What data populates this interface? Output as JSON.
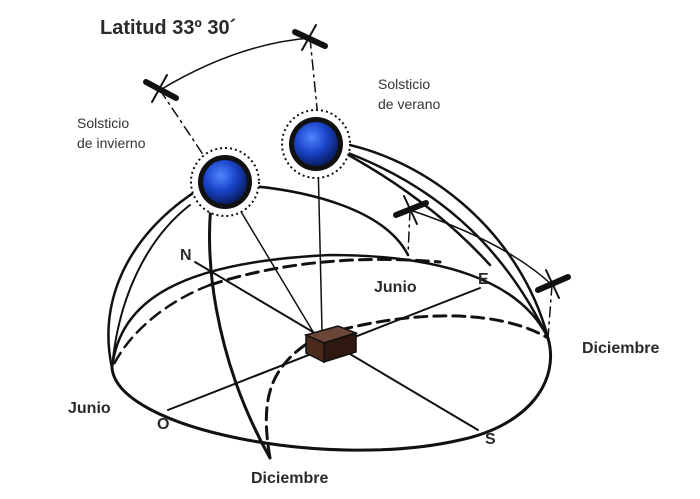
{
  "title": "Latitud 33º 30´",
  "labels": {
    "winter_solstice": [
      "Solsticio",
      "de invierno"
    ],
    "summer_solstice": [
      "Solsticio",
      "de verano"
    ],
    "north": "N",
    "east": "E",
    "west": "O",
    "south": "S",
    "june_top": "Junio",
    "june_left": "Junio",
    "december_right": "Diciembre",
    "december_bottom": "Diciembre"
  },
  "colors": {
    "line": "#111111",
    "sun_core": "#1a44c8",
    "sun_dark": "#0a1f66",
    "cube_front": "#4a2a1c",
    "cube_top": "#6b4535",
    "cube_side": "#2e1810"
  }
}
